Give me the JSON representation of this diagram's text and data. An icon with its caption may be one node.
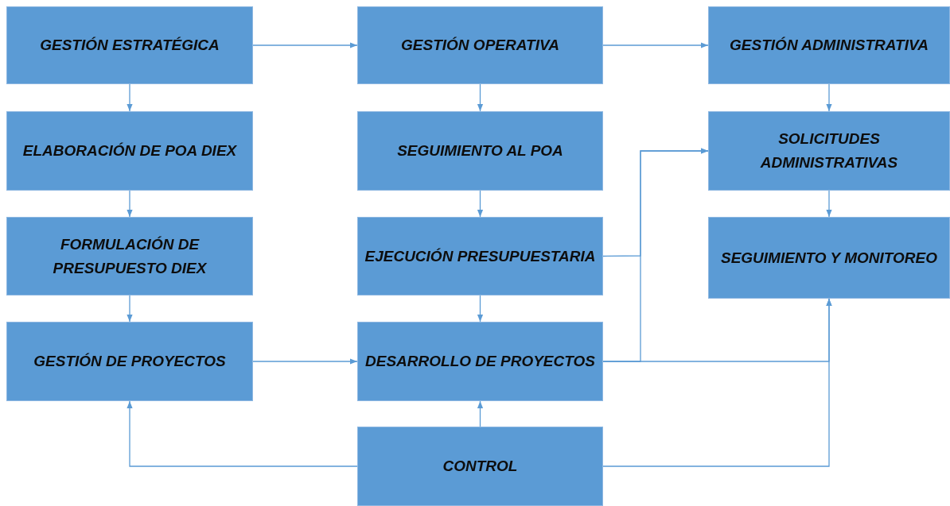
{
  "diagram": {
    "nodes": [
      {
        "text": [
          "GESTIÓN ESTRATÉGICA"
        ]
      },
      {
        "text": [
          "GESTIÓN OPERATIVA"
        ]
      },
      {
        "text": [
          "GESTIÓN ADMINISTRATIVA"
        ]
      },
      {
        "text": [
          "ELABORACIÓN DE POA DIEX"
        ]
      },
      {
        "text": [
          "SEGUIMIENTO AL POA"
        ]
      },
      {
        "text": [
          "SOLICITUDES ADMINISTRATIVAS"
        ]
      },
      {
        "text": [
          "FORMULACIÓN DE PRESUPUESTO DIEX"
        ]
      },
      {
        "text": [
          "EJECUCIÓN PRESUPUESTARIA"
        ]
      },
      {
        "text": [
          "SEGUIMIENTO Y MONITOREO"
        ]
      },
      {
        "text": [
          "GESTIÓN DE PROYECTOS"
        ]
      },
      {
        "text": [
          "DESARROLLO DE PROYECTOS"
        ]
      },
      {
        "text": [
          "CONTROL"
        ]
      }
    ],
    "edges": [
      {
        "from": 0,
        "to": 1,
        "arrow": "to"
      },
      {
        "from": 1,
        "to": 2,
        "arrow": "to"
      },
      {
        "from": 0,
        "to": 3,
        "arrow": "to"
      },
      {
        "from": 3,
        "to": 6,
        "arrow": "to"
      },
      {
        "from": 6,
        "to": 9,
        "arrow": "to"
      },
      {
        "from": 1,
        "to": 4,
        "arrow": "to"
      },
      {
        "from": 4,
        "to": 7,
        "arrow": "to"
      },
      {
        "from": 7,
        "to": 10,
        "arrow": "to"
      },
      {
        "from": 2,
        "to": 5,
        "arrow": "to"
      },
      {
        "from": 5,
        "to": 8,
        "arrow": "to"
      },
      {
        "from": 9,
        "to": 10,
        "arrow": "to"
      },
      {
        "from": 11,
        "to": 10,
        "arrow": "to"
      },
      {
        "from": 11,
        "to": 9,
        "arrow": "to"
      },
      {
        "from": 11,
        "to": 8,
        "arrow": "to"
      },
      {
        "from": 7,
        "to": 5,
        "arrow": "to"
      },
      {
        "from": 10,
        "to": 5,
        "arrow": "to"
      },
      {
        "from": 10,
        "to": 8,
        "arrow": "to"
      }
    ]
  }
}
